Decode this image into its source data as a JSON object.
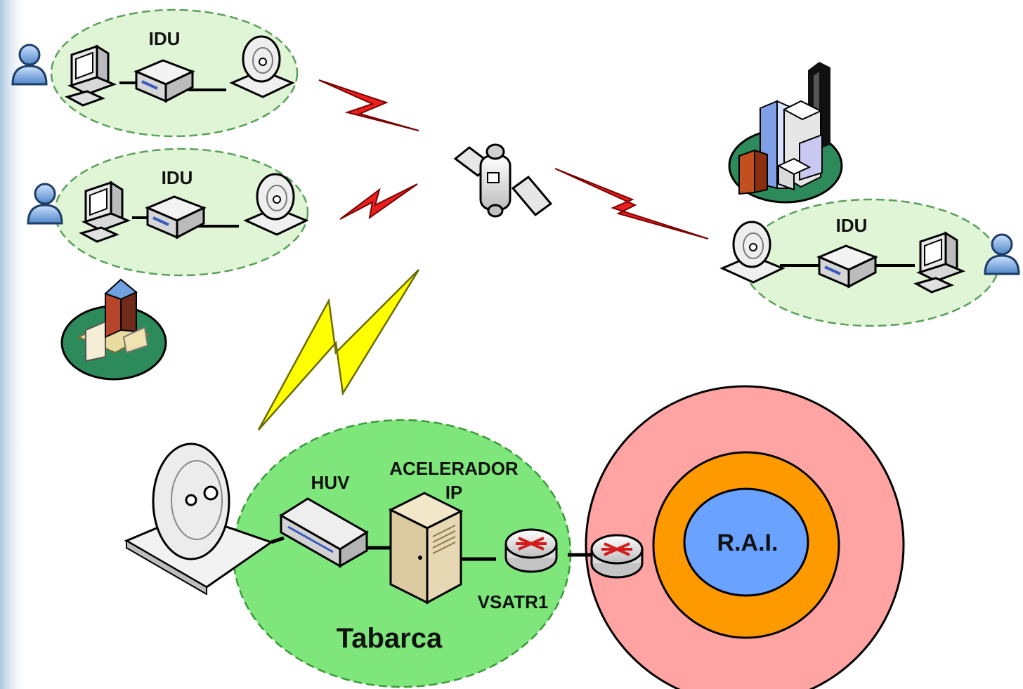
{
  "labels": {
    "idu_top": "IDU",
    "idu_middle": "IDU",
    "idu_right": "IDU",
    "huv": "HUV",
    "acelerador_line1": "ACELERADOR",
    "acelerador_line2": "IP",
    "vsatr1": "VSATR1",
    "tabarca": "Tabarca",
    "rai": "R.A.I."
  },
  "colors": {
    "site_fill": "#dff5d6",
    "hub_fill": "#7ee67a",
    "outer_ring": "#ffa3a3",
    "middle_ring": "#ff9900",
    "inner_ring": "#6aa3ff",
    "bolt_red": "#e82020",
    "bolt_yellow": "#ffff00"
  },
  "icons": [
    "user-icon",
    "computer-icon",
    "modem-icon",
    "dish-icon",
    "satellite-icon",
    "building-icon",
    "router-icon",
    "server-icon",
    "lightning-bolt-icon"
  ]
}
